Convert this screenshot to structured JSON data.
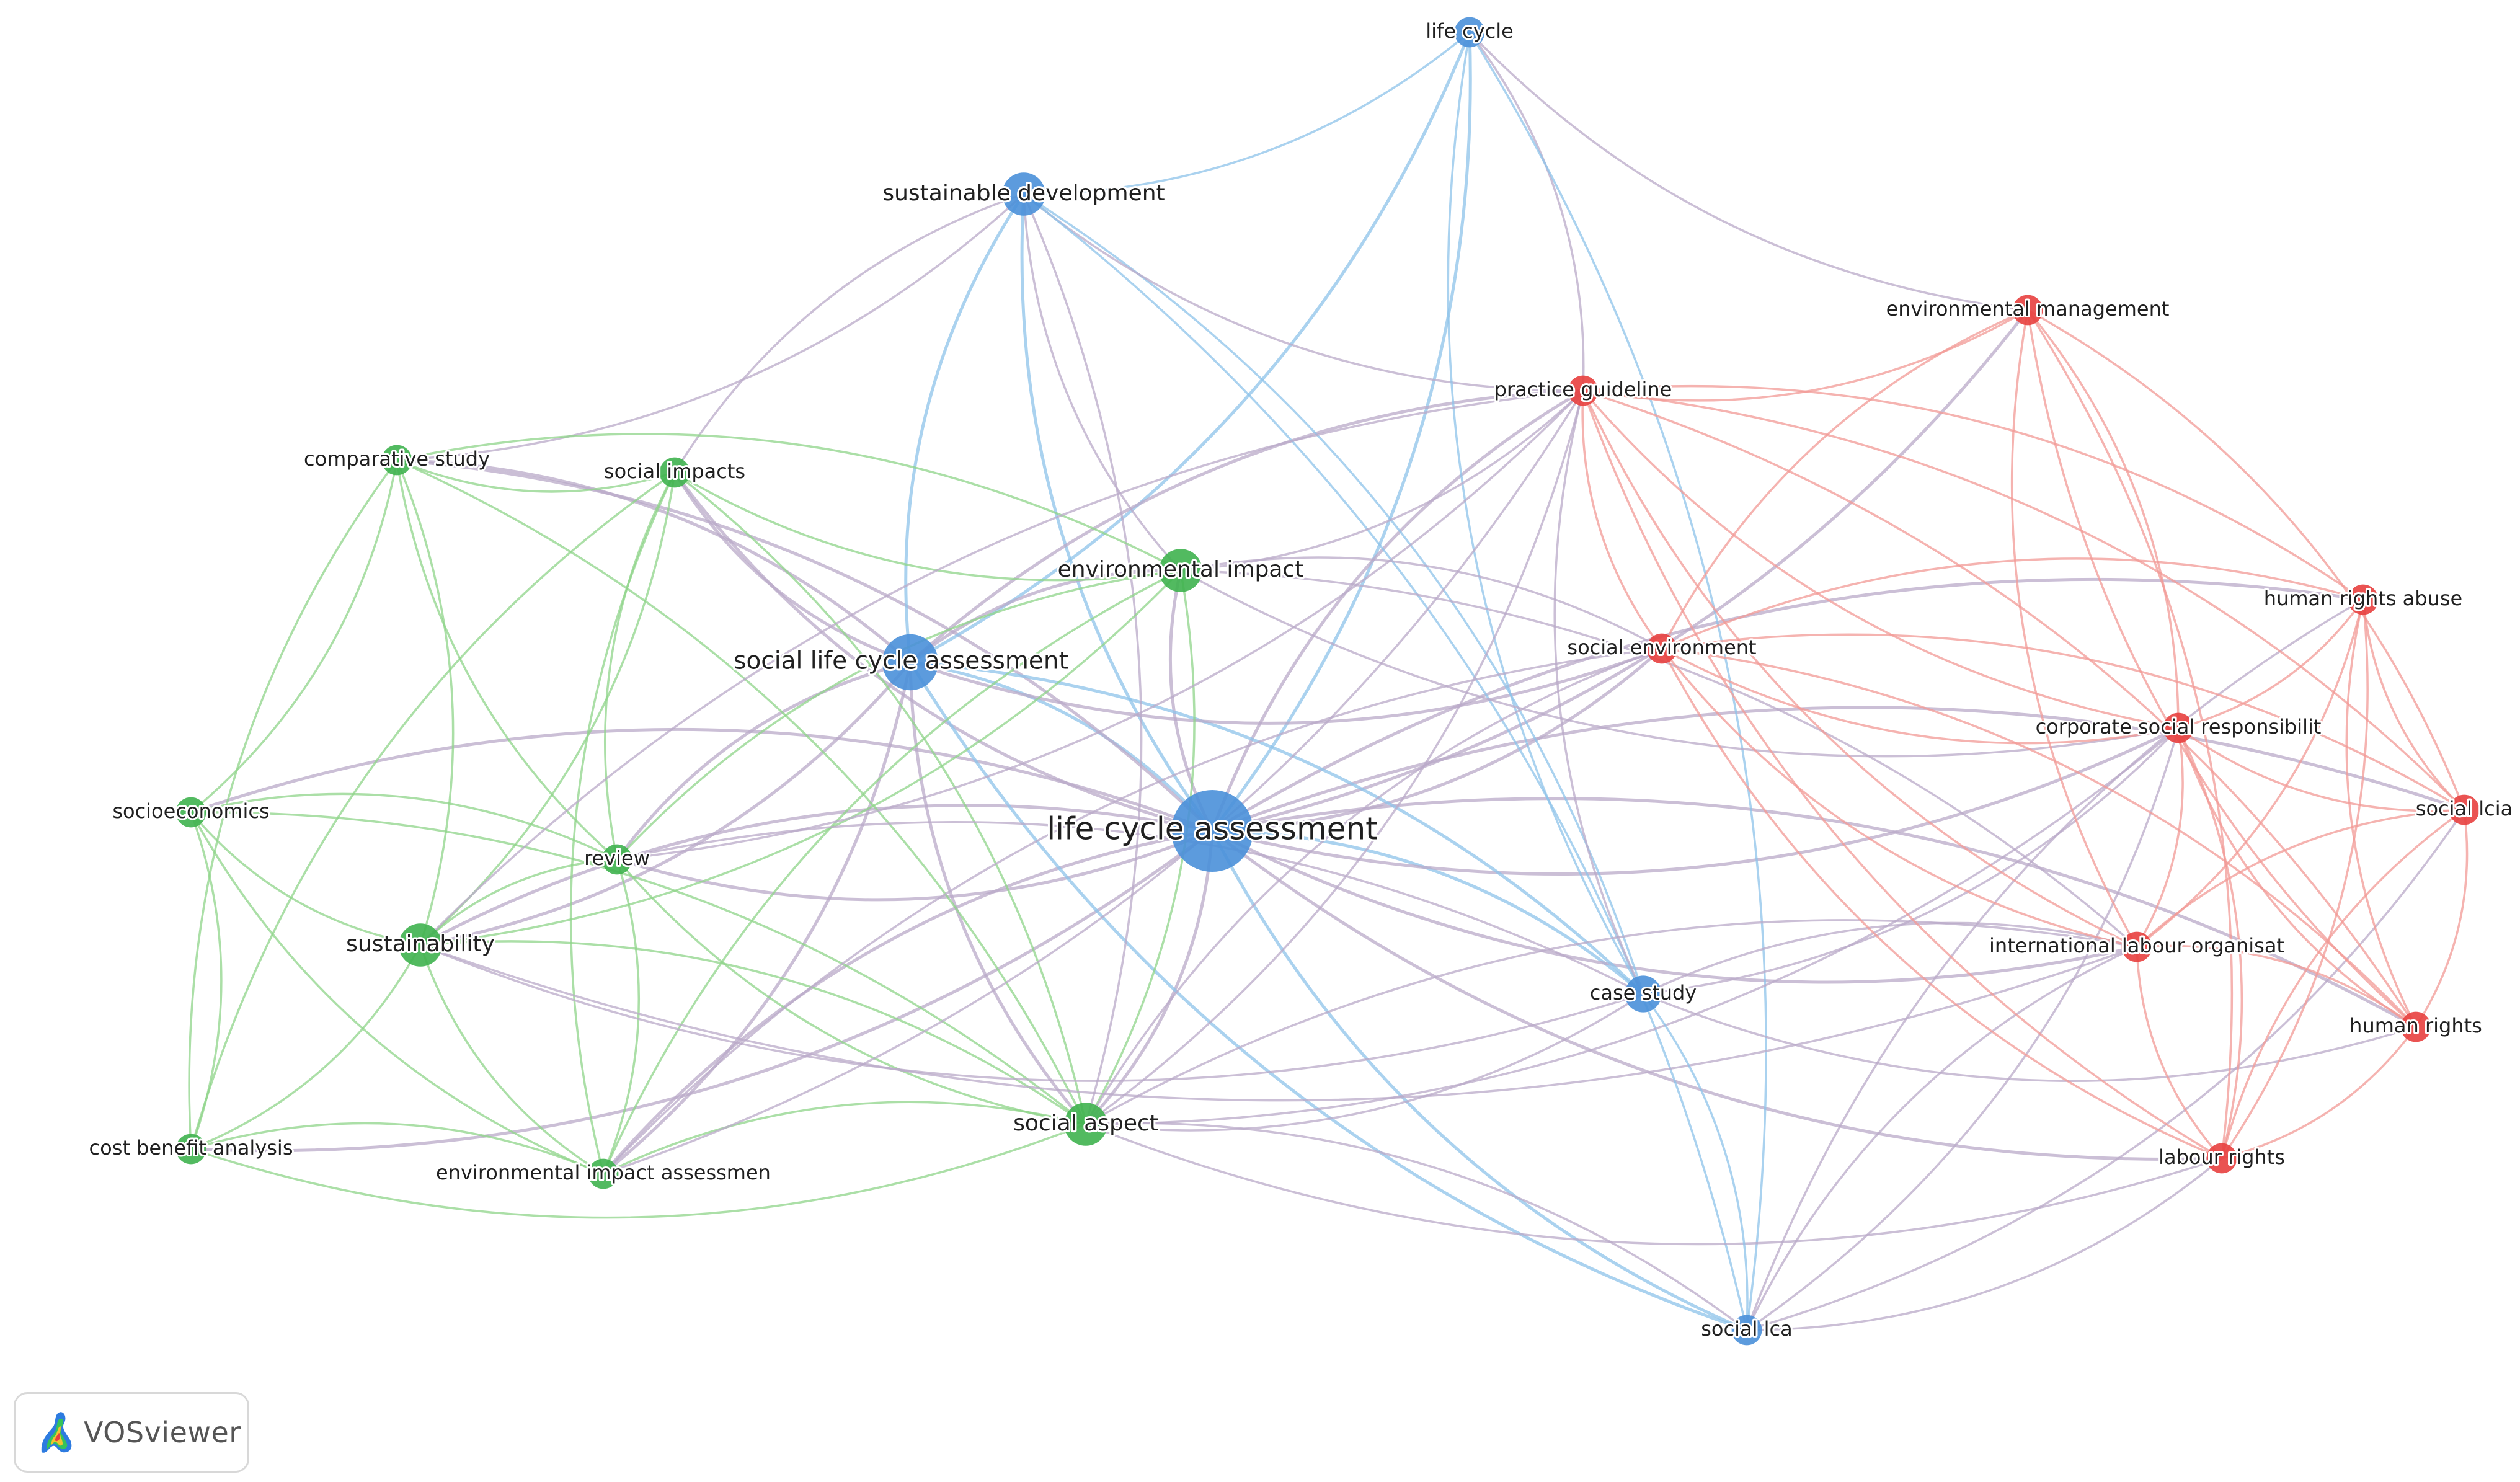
{
  "app": {
    "brand": "VOSviewer"
  },
  "colors": {
    "cluster_blue": "#4a90d9",
    "cluster_green": "#3fb34f",
    "cluster_red": "#e8403f",
    "edge_blue": "#8ec3ea",
    "edge_green": "#8fd48a",
    "edge_red": "#f29a96",
    "edge_mixed": "#b9a9c8"
  },
  "network": {
    "nodes": [
      {
        "id": "lca",
        "label": "life cycle assessment",
        "cluster": "blue",
        "weight": 10
      },
      {
        "id": "slca",
        "label": "social life cycle assessment",
        "cluster": "blue",
        "weight": 6
      },
      {
        "id": "sd",
        "label": "sustainable development",
        "cluster": "blue",
        "weight": 4
      },
      {
        "id": "lc",
        "label": "life cycle",
        "cluster": "blue",
        "weight": 2
      },
      {
        "id": "cs",
        "label": "case study",
        "cluster": "blue",
        "weight": 3
      },
      {
        "id": "sl",
        "label": "social lca",
        "cluster": "blue",
        "weight": 2
      },
      {
        "id": "ei",
        "label": "environmental impact",
        "cluster": "green",
        "weight": 4
      },
      {
        "id": "cps",
        "label": "comparative study",
        "cluster": "green",
        "weight": 2
      },
      {
        "id": "si",
        "label": "social impacts",
        "cluster": "green",
        "weight": 2
      },
      {
        "id": "se",
        "label": "socioeconomics",
        "cluster": "green",
        "weight": 2
      },
      {
        "id": "rv",
        "label": "review",
        "cluster": "green",
        "weight": 2
      },
      {
        "id": "su",
        "label": "sustainability",
        "cluster": "green",
        "weight": 4
      },
      {
        "id": "cba",
        "label": "cost benefit analysis",
        "cluster": "green",
        "weight": 2
      },
      {
        "id": "eia",
        "label": "environmental impact assessmen",
        "cluster": "green",
        "weight": 2
      },
      {
        "id": "sa",
        "label": "social aspect",
        "cluster": "green",
        "weight": 4
      },
      {
        "id": "em",
        "label": "environmental management",
        "cluster": "red",
        "weight": 2
      },
      {
        "id": "pg",
        "label": "practice guideline",
        "cluster": "red",
        "weight": 2
      },
      {
        "id": "sen",
        "label": "social environment",
        "cluster": "red",
        "weight": 2
      },
      {
        "id": "hra",
        "label": "human rights abuse",
        "cluster": "red",
        "weight": 2
      },
      {
        "id": "csr",
        "label": "corporate social responsibilit",
        "cluster": "red",
        "weight": 2
      },
      {
        "id": "slcia",
        "label": "social lcia",
        "cluster": "red",
        "weight": 2
      },
      {
        "id": "ilo",
        "label": "international labour organisat",
        "cluster": "red",
        "weight": 2
      },
      {
        "id": "hr",
        "label": "human rights",
        "cluster": "red",
        "weight": 2
      },
      {
        "id": "lr",
        "label": "labour rights",
        "cluster": "red",
        "weight": 2
      }
    ],
    "edges": [
      [
        "lca",
        "slca"
      ],
      [
        "lca",
        "sd"
      ],
      [
        "lca",
        "lc"
      ],
      [
        "lca",
        "cs"
      ],
      [
        "lca",
        "sl"
      ],
      [
        "lca",
        "ei"
      ],
      [
        "lca",
        "cps"
      ],
      [
        "lca",
        "si"
      ],
      [
        "lca",
        "se"
      ],
      [
        "lca",
        "rv"
      ],
      [
        "lca",
        "su"
      ],
      [
        "lca",
        "cba"
      ],
      [
        "lca",
        "eia"
      ],
      [
        "lca",
        "sa"
      ],
      [
        "lca",
        "em"
      ],
      [
        "lca",
        "pg"
      ],
      [
        "lca",
        "sen"
      ],
      [
        "lca",
        "hra"
      ],
      [
        "lca",
        "csr"
      ],
      [
        "lca",
        "slcia"
      ],
      [
        "lca",
        "ilo"
      ],
      [
        "lca",
        "hr"
      ],
      [
        "lca",
        "lr"
      ],
      [
        "slca",
        "sd"
      ],
      [
        "slca",
        "lc"
      ],
      [
        "slca",
        "cs"
      ],
      [
        "slca",
        "sl"
      ],
      [
        "slca",
        "ei"
      ],
      [
        "slca",
        "cps"
      ],
      [
        "slca",
        "si"
      ],
      [
        "slca",
        "rv"
      ],
      [
        "slca",
        "su"
      ],
      [
        "slca",
        "sa"
      ],
      [
        "slca",
        "pg"
      ],
      [
        "slca",
        "sen"
      ],
      [
        "slca",
        "eia"
      ],
      [
        "sd",
        "lc"
      ],
      [
        "sd",
        "cs"
      ],
      [
        "sd",
        "ei"
      ],
      [
        "sd",
        "cps"
      ],
      [
        "sd",
        "si"
      ],
      [
        "sd",
        "sa"
      ],
      [
        "sd",
        "pg"
      ],
      [
        "sd",
        "sl"
      ],
      [
        "lc",
        "em"
      ],
      [
        "lc",
        "pg"
      ],
      [
        "lc",
        "cs"
      ],
      [
        "lc",
        "sl"
      ],
      [
        "ei",
        "cps"
      ],
      [
        "ei",
        "si"
      ],
      [
        "ei",
        "rv"
      ],
      [
        "ei",
        "su"
      ],
      [
        "ei",
        "eia"
      ],
      [
        "ei",
        "sa"
      ],
      [
        "ei",
        "pg"
      ],
      [
        "ei",
        "sen"
      ],
      [
        "ei",
        "csr"
      ],
      [
        "ei",
        "ilo"
      ],
      [
        "cps",
        "si"
      ],
      [
        "cps",
        "se"
      ],
      [
        "cps",
        "rv"
      ],
      [
        "cps",
        "su"
      ],
      [
        "cps",
        "cba"
      ],
      [
        "cps",
        "sa"
      ],
      [
        "si",
        "rv"
      ],
      [
        "si",
        "su"
      ],
      [
        "si",
        "eia"
      ],
      [
        "si",
        "sa"
      ],
      [
        "si",
        "cba"
      ],
      [
        "se",
        "rv"
      ],
      [
        "se",
        "su"
      ],
      [
        "se",
        "cba"
      ],
      [
        "se",
        "eia"
      ],
      [
        "se",
        "sa"
      ],
      [
        "rv",
        "su"
      ],
      [
        "rv",
        "eia"
      ],
      [
        "rv",
        "sa"
      ],
      [
        "rv",
        "cs"
      ],
      [
        "rv",
        "pg"
      ],
      [
        "su",
        "cba"
      ],
      [
        "su",
        "eia"
      ],
      [
        "su",
        "sa"
      ],
      [
        "su",
        "cs"
      ],
      [
        "su",
        "pg"
      ],
      [
        "su",
        "ilo"
      ],
      [
        "cba",
        "eia"
      ],
      [
        "cba",
        "sa"
      ],
      [
        "eia",
        "sa"
      ],
      [
        "eia",
        "pg"
      ],
      [
        "eia",
        "sen"
      ],
      [
        "sa",
        "cs"
      ],
      [
        "sa",
        "sl"
      ],
      [
        "sa",
        "pg"
      ],
      [
        "sa",
        "sen"
      ],
      [
        "sa",
        "csr"
      ],
      [
        "sa",
        "ilo"
      ],
      [
        "sa",
        "lr"
      ],
      [
        "cs",
        "sl"
      ],
      [
        "cs",
        "csr"
      ],
      [
        "cs",
        "ilo"
      ],
      [
        "cs",
        "hr"
      ],
      [
        "cs",
        "pg"
      ],
      [
        "sl",
        "csr"
      ],
      [
        "sl",
        "ilo"
      ],
      [
        "sl",
        "lr"
      ],
      [
        "sl",
        "hra"
      ],
      [
        "sl",
        "slcia"
      ],
      [
        "em",
        "pg"
      ],
      [
        "em",
        "sen"
      ],
      [
        "em",
        "csr"
      ],
      [
        "em",
        "hr"
      ],
      [
        "em",
        "lr"
      ],
      [
        "em",
        "ilo"
      ],
      [
        "em",
        "slcia"
      ],
      [
        "pg",
        "sen"
      ],
      [
        "pg",
        "hra"
      ],
      [
        "pg",
        "csr"
      ],
      [
        "pg",
        "slcia"
      ],
      [
        "pg",
        "ilo"
      ],
      [
        "pg",
        "hr"
      ],
      [
        "pg",
        "lr"
      ],
      [
        "sen",
        "hra"
      ],
      [
        "sen",
        "csr"
      ],
      [
        "sen",
        "slcia"
      ],
      [
        "sen",
        "ilo"
      ],
      [
        "sen",
        "hr"
      ],
      [
        "sen",
        "lr"
      ],
      [
        "hra",
        "csr"
      ],
      [
        "hra",
        "slcia"
      ],
      [
        "hra",
        "ilo"
      ],
      [
        "hra",
        "hr"
      ],
      [
        "hra",
        "lr"
      ],
      [
        "csr",
        "slcia"
      ],
      [
        "csr",
        "ilo"
      ],
      [
        "csr",
        "hr"
      ],
      [
        "csr",
        "lr"
      ],
      [
        "slcia",
        "ilo"
      ],
      [
        "slcia",
        "hr"
      ],
      [
        "slcia",
        "lr"
      ],
      [
        "ilo",
        "hr"
      ],
      [
        "ilo",
        "lr"
      ],
      [
        "hr",
        "lr"
      ]
    ]
  }
}
